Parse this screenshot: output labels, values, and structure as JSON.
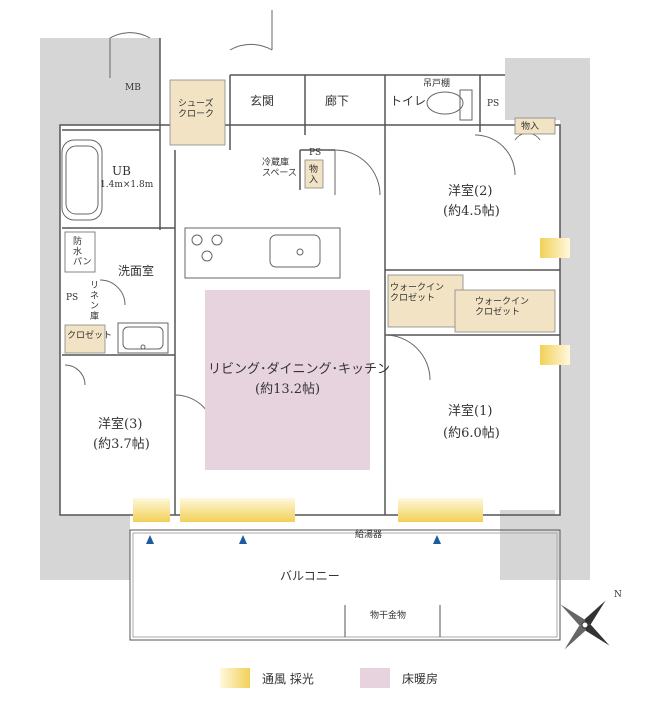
{
  "rooms": {
    "mb": "MB",
    "shoes_cloak": "シューズ\nクローク",
    "entrance": "玄関",
    "hallway": "廊下",
    "toilet": "トイレ",
    "hanging_cabinet": "吊戸棚",
    "ps_top": "PS",
    "storage_top": "物入",
    "ub": "UB",
    "ub_size": "1.4m×1.8m",
    "fridge_space": "冷蔵庫\nスペース",
    "ps_kitchen": "PS",
    "storage_kitchen": "物\n入",
    "waterproof_pan": "防\n水\nパン",
    "washroom": "洗面室",
    "linen": "リ\nネ\nン\n庫",
    "ps_left": "PS",
    "closet": "クロゼット",
    "wic_1": "ウォークイン\nクロゼット",
    "wic_2": "ウォークイン\nクロゼット",
    "western2_name": "洋室(2)",
    "western2_size": "(約4.5帖)",
    "ldk_name": "リビング･ダイニング･キッチン",
    "ldk_size": "(約13.2帖)",
    "western1_name": "洋室(1)",
    "western1_size": "(約6.0帖)",
    "western3_name": "洋室(3)",
    "western3_size": "(約3.7帖)",
    "water_heater": "給湯器",
    "balcony": "バルコニー",
    "clothes_hanger": "物干金物"
  },
  "compass": {
    "north": "N"
  },
  "legend": {
    "ventilation": "通風 採光",
    "floor_heating": "床暖房"
  },
  "colors": {
    "ventilation": "#f2d058",
    "floor_heating": "#e7d3de",
    "storage": "#f1e3c4",
    "wall": "#d9d9d9"
  }
}
